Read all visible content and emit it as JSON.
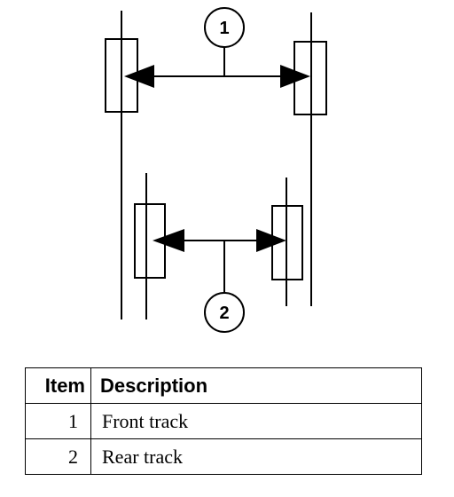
{
  "callouts": {
    "front": "1",
    "rear": "2"
  },
  "legend": {
    "headers": {
      "item": "Item",
      "description": "Description"
    },
    "rows": [
      {
        "item": "1",
        "description": "Front track"
      },
      {
        "item": "2",
        "description": "Rear track"
      }
    ]
  }
}
